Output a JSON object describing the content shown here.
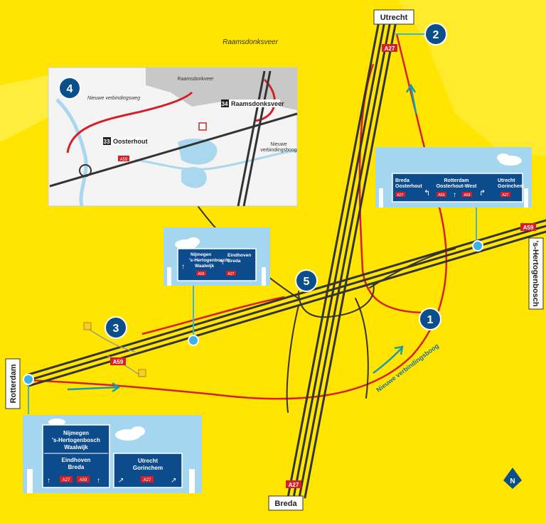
{
  "colors": {
    "background": "#ffe500",
    "background_light": "#ffef4a",
    "road": "#333333",
    "new_road": "#d62027",
    "water": "#a9d8ee",
    "sign_blue": "#0c4b8c",
    "marker_blue": "#0b4f8a",
    "marker_cyan": "#3bb3e6",
    "arrow_teal": "#1b9bb0",
    "sky": "#a5d6f0"
  },
  "places": {
    "utrecht": "Utrecht",
    "breda": "Breda",
    "rotterdam": "Rotterdam",
    "s_hertogenbosch": "'s-Hertogenbosch",
    "raamsdonksveer": "Raamsdonksveer",
    "nieuwe_verbindingsboog": "Nieuwe verbindingsboog"
  },
  "roads": {
    "a27": "A27",
    "a59": "A59"
  },
  "markers": [
    "1",
    "2",
    "3",
    "4",
    "5"
  ],
  "inset": {
    "raamsdonkveer": "Raamsdonkveer",
    "nieuwe_verbindingsweg": "Nieuwe verbindingsweg",
    "exit33_num": "33",
    "exit33_name": "Oosterhout",
    "exit34_num": "34",
    "exit34_name": "Raamsdonksveer",
    "nieuwe_verbindingsboog_line1": "Nieuwe",
    "nieuwe_verbindingsboog_line2": "verbindingsboog",
    "road_a59": "A59"
  },
  "sign_right": {
    "col1_line1": "Breda",
    "col1_line2": "Oosterhout",
    "col1_road": "A27",
    "col2_line1": "Rotterdam",
    "col2_line2": "Oosterhout-West",
    "col2_road1": "A59",
    "col2_road2": "A59",
    "col3_line1": "Utrecht",
    "col3_line2": "Gorinchem",
    "col3_road": "A27"
  },
  "sign_middle": {
    "col1_line1": "Nijmegen",
    "col1_line2": "'s-Hertogenbosch",
    "col1_line3": "Waalwijk",
    "col2_line1": "Eindhoven",
    "col2_line2": "Breda",
    "road1": "A59",
    "road2": "A27"
  },
  "sign_bottom": {
    "panel1_line1": "Nijmegen",
    "panel1_line2": "'s-Hertogenbosch",
    "panel1_line3": "Waalwijk",
    "panel1_line4": "Eindhoven",
    "panel1_line5": "Breda",
    "panel1_road1": "A27",
    "panel1_road2": "A59",
    "panel2_line1": "Utrecht",
    "panel2_line2": "Gorinchem",
    "panel2_road": "A27"
  },
  "north_label": "N"
}
